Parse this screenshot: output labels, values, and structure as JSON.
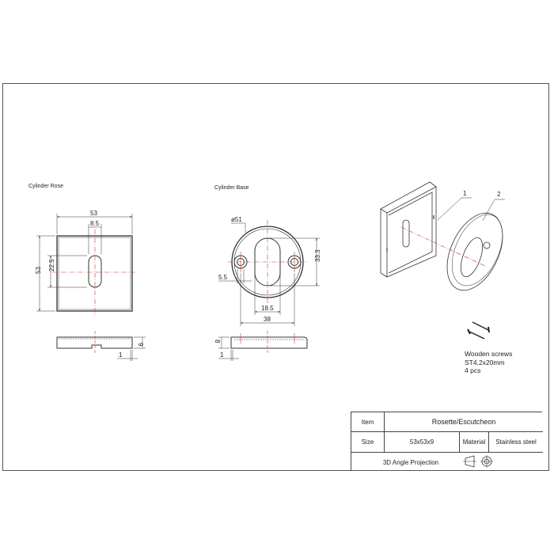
{
  "views": {
    "cylinder_rose": {
      "title": "Cylinder Rose",
      "dims": {
        "width": "53",
        "height": "53",
        "slot_width": "8.5",
        "slot_length": "22.5",
        "thickness": "9",
        "wall": "1"
      }
    },
    "cylinder_base": {
      "title": "Cylinder Base",
      "dims": {
        "diameter": "ø51",
        "slot_height": "33.3",
        "hole_dia": "5.5",
        "slot_width": "18.5",
        "hole_spacing": "38",
        "thickness": "8",
        "wall": "1"
      }
    },
    "exploded": {
      "callouts": [
        "1",
        "2"
      ]
    }
  },
  "screws_note": {
    "line1": "Wooden screws",
    "line2": "ST4,2x20mm",
    "line3": "4 pcs"
  },
  "title_block": {
    "item_label": "Item",
    "item_value": "Rosette/Escutcheon",
    "size_label": "Size",
    "size_value": "53x53x9",
    "material_label": "Material",
    "material_value": "Stainless steel",
    "projection_label": "3D Angle Projection"
  },
  "colors": {
    "line": "#333333",
    "centerline": "#c0392b",
    "frame": "#555555"
  }
}
